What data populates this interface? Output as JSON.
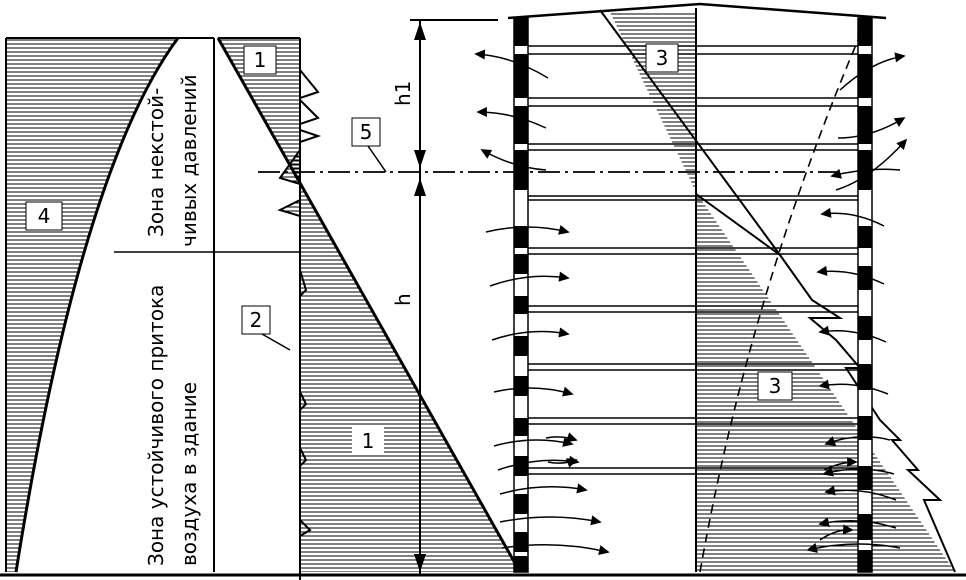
{
  "zones": {
    "unstable_line1": "Зона некстой-",
    "unstable_line2": "чивых давлений",
    "stable_line1": "Зона устойчивого притока",
    "stable_line2": "воздуха в здание"
  },
  "labels": {
    "h1": "h1",
    "h": "h",
    "label_1_top": "1",
    "label_1_bottom": "1",
    "label_2": "2",
    "label_3_top": "3",
    "label_3_bottom": "3",
    "label_4": "4",
    "label_5": "5"
  },
  "colors": {
    "ink": "#000000",
    "paper": "#ffffff"
  }
}
